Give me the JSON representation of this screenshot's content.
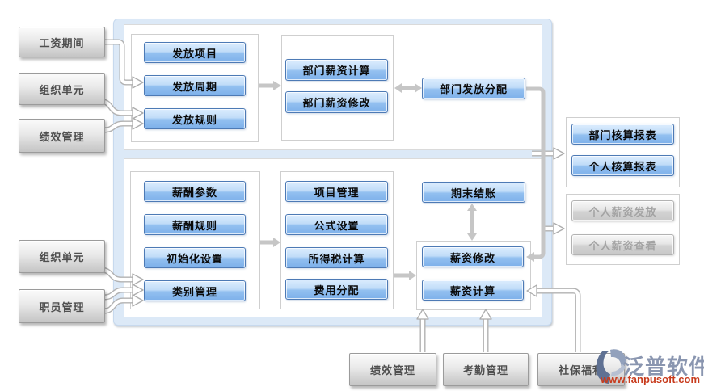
{
  "diagram": {
    "left_inputs": [
      "工资期间",
      "组织单元",
      "绩效管理",
      "组织单元",
      "职员管理"
    ],
    "payout_setup": [
      "发放项目",
      "发放周期",
      "发放规则"
    ],
    "dept_salary": [
      "部门薪资计算",
      "部门薪资修改"
    ],
    "dept_allocation": "部门发放分配",
    "salary_setup": [
      "薪酬参数",
      "薪酬规则",
      "初始化设置",
      "类别管理"
    ],
    "calc_setup": [
      "项目管理",
      "公式设置",
      "所得税计算",
      "费用分配"
    ],
    "period_closing": "期末结账",
    "salary_ops": [
      "薪资修改",
      "薪资计算"
    ],
    "report_outputs": [
      "部门核算报表",
      "个人核算报表"
    ],
    "personal_outputs": [
      "个人薪资发放",
      "个人薪资查看"
    ],
    "bottom_inputs": [
      "绩效管理",
      "考勤管理",
      "社保福利"
    ]
  },
  "watermark": {
    "brand": "泛普软件",
    "url": "www.fanpusoft.com"
  },
  "colors": {
    "container_blue": "#dce9f7",
    "node_blue_top": "#dcedfe",
    "node_blue_bottom": "#7db0ea",
    "node_border_blue": "#4d7ab5",
    "arrow_gray": "#c6c6c6",
    "brand_text": "#8a96b0",
    "brand_url": "#c83c1e"
  }
}
